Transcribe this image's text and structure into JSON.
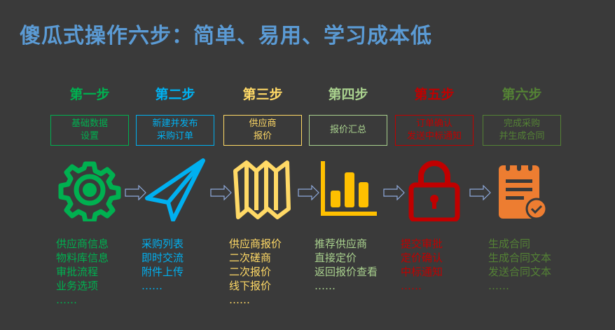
{
  "title": "傻瓜式操作六步：简单、易用、学习成本低",
  "steps": [
    {
      "label": "第一步",
      "box": "基础数据\n设置",
      "color": "#00b050",
      "icon": "gear-icon",
      "items": [
        "供应商信息",
        "物料库信息",
        "审批流程",
        "业务选项",
        "……"
      ]
    },
    {
      "label": "第二步",
      "box": "新建并发布\n采购订单",
      "color": "#00b0f0",
      "icon": "paper-plane-icon",
      "items": [
        "采购列表",
        "即时交流",
        "附件上传",
        "……"
      ]
    },
    {
      "label": "第三步",
      "box": "供应商\n报价",
      "color": "#ffd966",
      "icon": "map-icon",
      "items": [
        "供应商报价",
        "二次磋商",
        "二次报价",
        "线下报价",
        "……"
      ]
    },
    {
      "label": "第四步",
      "box": "报价汇总",
      "color": "#a9d18e",
      "icon": "bar-chart-icon",
      "icon_color": "#ffc000",
      "items": [
        "推荐供应商",
        "直接定价",
        "返回报价查看",
        "……"
      ]
    },
    {
      "label": "第五步",
      "box": "订单确认\n发送中标通知",
      "color": "#c00000",
      "icon": "lock-icon",
      "items": [
        "提交审批",
        "定价确认",
        "中标通知",
        "……"
      ]
    },
    {
      "label": "第六步",
      "box": "完成采购\n并生成合同",
      "color": "#548235",
      "icon": "clipboard-icon",
      "icon_color": "#ed7d31",
      "items": [
        "生成合同",
        "生成合同文本",
        "发送合同文本",
        "……"
      ]
    }
  ]
}
